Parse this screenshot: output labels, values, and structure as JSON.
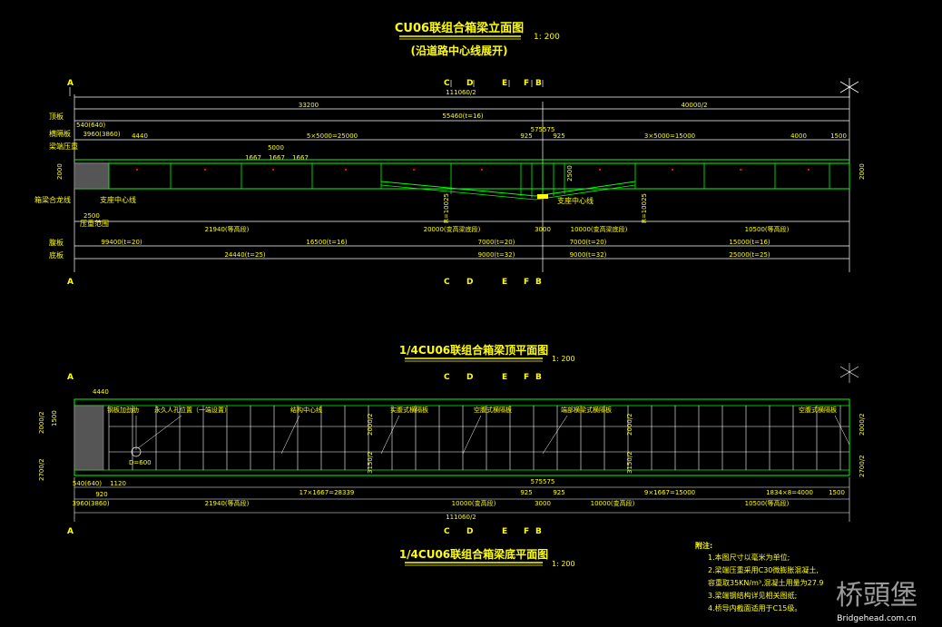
{
  "elevation": {
    "title": "CU06联组合箱梁立面图",
    "scale": "1: 200",
    "subtitle": "(沿道路中心线展开)",
    "section_marks": [
      "A",
      "C",
      "D",
      "E",
      "F",
      "B"
    ],
    "dims": {
      "total": "111060/2",
      "left": "33200",
      "right": "40000/2",
      "top_plate": "55460(t=16)",
      "seg_a": "540(640)",
      "seg_b": "3960(3860)",
      "seg_c": "4440",
      "seg_d": "5×5000=25000",
      "seg_e": "925",
      "seg_f": "575575",
      "seg_g": "925",
      "seg_h": "3×5000=15000",
      "seg_i": "4000",
      "seg_j": "1500",
      "sub_1": "5000",
      "sub_2": "1667",
      "sub_3": "1667",
      "sub_4": "1667",
      "height_left": "2000",
      "height_right": "2000",
      "mid_h": "2500",
      "bot_1": "2500",
      "bot_2": "21940(等高段)",
      "bot_3": "20000(变高梁底段)",
      "bot_4": "3000",
      "bot_5": "10000(变高梁底段)",
      "bot_6": "10500(等高段)",
      "web_1": "99400(t=20)",
      "web_2": "16500(t=16)",
      "web_3": "7000(t=20)",
      "web_4": "7000(t=20)",
      "web_5": "15000(t=16)",
      "bottom_1": "24440(t=25)",
      "bottom_2": "9000(t=32)",
      "bottom_3": "9000(t=32)",
      "bottom_4": "25000(t=25)",
      "vtext_1": "R=10025",
      "vtext_2": "R=10025"
    },
    "labels": {
      "row_top": "顶板",
      "row_web": "腹板",
      "row_bottom": "底板",
      "row_skew": "梁端压重",
      "row_skew2": "横隔板",
      "axis_label": "箱梁合龙线",
      "support_label": "支座中心线",
      "support_label2": "支座中心线",
      "zone_label": "压重范围"
    }
  },
  "top_plan": {
    "title": "1/4CU06联组合箱梁顶平面图",
    "scale": "1: 200",
    "section_marks": [
      "A",
      "C",
      "D",
      "E",
      "F",
      "B"
    ],
    "callouts": [
      "钢板加劲肋",
      "永久人孔位置（一端设置）",
      "结构中心线",
      "实腹式横隔板",
      "空腹式横隔板",
      "端部横梁式横隔板",
      "空腹式横隔板"
    ],
    "dims": {
      "w1": "4440",
      "w2": "2000/2",
      "w3": "2000/2",
      "w4": "2000/2",
      "w5": "3150/2",
      "w6": "2000/2",
      "circle": "D=600",
      "a1": "540(640)",
      "a2": "920",
      "a3": "1120",
      "a4": "3960(3860)",
      "a5": "21940(等高段)",
      "a6": "17×1667=28339",
      "a7": "10000(变高段)",
      "a8": "925",
      "a9": "575575",
      "a10": "925",
      "a11": "3000",
      "a12": "10000(变高段)",
      "a13": "9×1667=15000",
      "a14": "10500(等高段)",
      "a15": "1834×8=4000",
      "a16": "1500",
      "a17": "111060/2",
      "l1": "1500",
      "l2": "2700/2",
      "r1": "2700/2",
      "r2": "3150/2"
    }
  },
  "bottom_plan": {
    "title": "1/4CU06联组合箱梁底平面图",
    "scale": "1: 200"
  },
  "notes": {
    "heading": "附注:",
    "items": [
      "1.本图尺寸以毫米为单位;",
      "2.梁端压重采用C30微膨胀混凝土,",
      "  容重取35KN/m³,混凝土用量为27.9",
      "3.梁端钢结构详见相关图纸;",
      "4.桥导内截面适用于C15级。"
    ]
  },
  "watermark": {
    "text": "桥頭堡",
    "url": "Bridgehead.com.cn"
  }
}
